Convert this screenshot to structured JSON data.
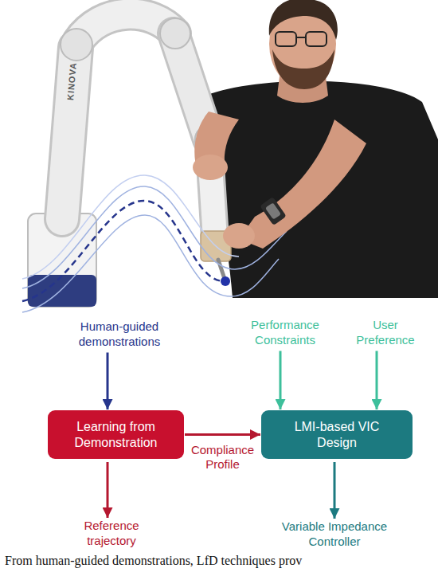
{
  "diagram": {
    "caption": "From human-guided demonstrations, LfD techniques prov",
    "nodes": [
      {
        "text": [
          "Human-guided demonstrations"
        ]
      },
      {
        "text": [
          "Performance Constraints"
        ]
      },
      {
        "text": [
          "User Preference"
        ]
      },
      {
        "text": [
          "Learning from Demonstration"
        ]
      },
      {
        "text": [
          "LMI-based VIC Design"
        ]
      },
      {
        "text": [
          "Reference trajectory"
        ]
      },
      {
        "text": [
          "Variable Impedance Controller"
        ]
      }
    ],
    "edges": [
      {
        "from": 0,
        "to": 3,
        "arrow": "to"
      },
      {
        "from": 1,
        "to": 4,
        "arrow": "to"
      },
      {
        "from": 2,
        "to": 4,
        "arrow": "to"
      },
      {
        "from": 3,
        "to": 4,
        "label": "Compliance Profile",
        "arrow": "to"
      },
      {
        "from": 3,
        "to": 5,
        "arrow": "to"
      },
      {
        "from": 4,
        "to": 6,
        "arrow": "to"
      }
    ],
    "labels": [
      "KINOVA"
    ]
  }
}
